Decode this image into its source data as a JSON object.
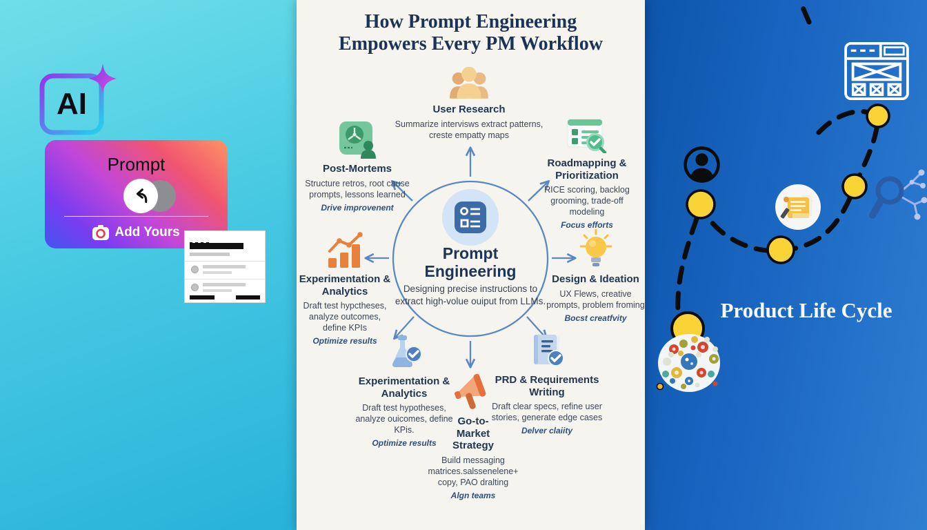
{
  "colors": {
    "accent_blue": "#5b87c2",
    "navy_title": "#1c3355",
    "center_bg": "#f5f4ef",
    "left_panel_gradient_start": "#6fdfe9",
    "left_panel_gradient_end": "#28b1d9",
    "right_panel_gradient_start": "#0d55ac",
    "right_panel_gradient_end": "#2e7ed2",
    "node_green": "#4caf7d",
    "node_orange": "#e8813c",
    "bulb_yellow": "#f7c84a",
    "path_node_yellow": "#f8d335"
  },
  "left_panel": {
    "logo_text": "AI",
    "logo_icon": "ai-sparkle-icon",
    "card": {
      "title": "Prompt",
      "add_yours_label": "Add Yours",
      "camera_icon": "camera-icon",
      "undo_icon": "undo-arrow-icon"
    }
  },
  "center_panel": {
    "title_line1": "How Prompt Engineering",
    "title_line2": "Empowers Every PM Workflow",
    "hub": {
      "title": "Prompt Engineering",
      "description": "Designing precise instructions to extract high-volue ouiput from LLMs.",
      "icon": "form-list-icon"
    },
    "nodes": [
      {
        "id": "user-research",
        "title": "User Research",
        "description": "Summarize intervisws extract patterns, creste empatty maps",
        "tagline": "",
        "icon": "people-icon"
      },
      {
        "id": "post-mortems",
        "title": "Post-Mortems",
        "description": "Structure retros, root cause prompts, lessons learned",
        "tagline": "Drive improvenent",
        "icon": "retro-board-icon"
      },
      {
        "id": "roadmapping",
        "title": "Roadmapping & Prioritization",
        "description": "RICE scoring, backlog grooming, trade-off modeling",
        "tagline": "Focus efforts",
        "icon": "checklist-magnifier-icon"
      },
      {
        "id": "experimentation-left",
        "title": "Experimentation & Analytics",
        "description": "Draft test hypctheses, analyze outcomes, define KPIs",
        "tagline": "Optimize results",
        "icon": "bar-chart-icon"
      },
      {
        "id": "design-ideation",
        "title": "Design & Ideation",
        "description": "UX Flews, creative prompts, problem froming",
        "tagline": "Bocst creatfvity",
        "icon": "lightbulb-icon"
      },
      {
        "id": "experimentation-bottom",
        "title": "Experimentation & Analytics",
        "description": "Draft test hypotheses, analyze ouicomes, define KPis.",
        "tagline": "Optimize results",
        "icon": "flask-check-icon"
      },
      {
        "id": "go-to-market",
        "title": "Go-to-Market Strategy",
        "description": "Build messaging matrices.salssenelene+ copy, PAO dralting",
        "tagline": "Algn teams",
        "icon": "megaphone-icon"
      },
      {
        "id": "prd-requirements",
        "title": "PRD & Requirements Writing",
        "description": "Draft clear specs, refine user stories, generate edge cases",
        "tagline": "Delver claiity",
        "icon": "document-check-icon"
      }
    ]
  },
  "right_panel": {
    "title": "Product Life Cycle",
    "icons": [
      "browser-wireframe-icon",
      "user-avatar-icon",
      "document-pencil-icon",
      "magnifier-network-icon",
      "idea-cluster-icon"
    ]
  }
}
